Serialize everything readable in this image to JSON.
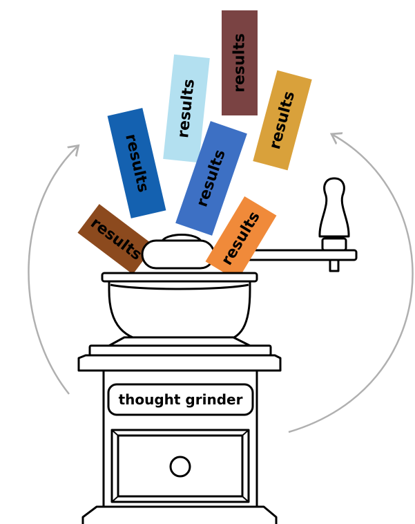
{
  "cards": [
    {
      "label": "results",
      "color": "#8c4a1e"
    },
    {
      "label": "results",
      "color": "#1461b0"
    },
    {
      "label": "results",
      "color": "#b3e0f0"
    },
    {
      "label": "results",
      "color": "#7a4343"
    },
    {
      "label": "results",
      "color": "#d9a13b"
    },
    {
      "label": "results",
      "color": "#3d70c4"
    },
    {
      "label": "results",
      "color": "#f08a3a"
    }
  ],
  "grinder": {
    "label": "thought grinder"
  },
  "arrow_color": "#b0b0b0"
}
